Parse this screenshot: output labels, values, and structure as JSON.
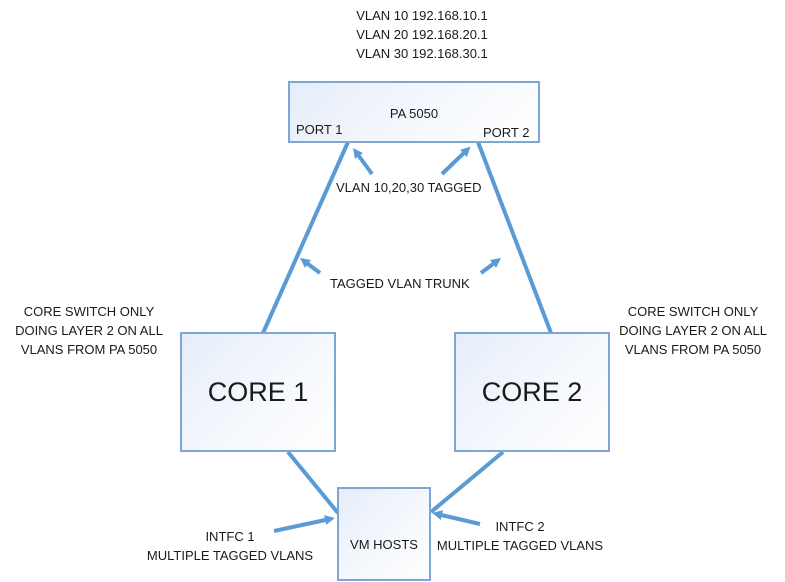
{
  "diagram": {
    "title_lines": [
      "VLAN 10  192.168.10.1",
      "VLAN 20 192.168.20.1",
      "VLAN 30 192.168.30.1"
    ],
    "colors": {
      "link": "#5b9bd5",
      "box_border": "#7ea6d3",
      "box_fill": "#e6edf9",
      "text": "#1a1a1a"
    },
    "nodes": {
      "firewall": {
        "label": "PA 5050",
        "port1": "PORT 1",
        "port2": "PORT 2"
      },
      "core1": {
        "label": "CORE 1"
      },
      "core2": {
        "label": "CORE 2"
      },
      "vm_hosts": {
        "label": "VM HOSTS"
      }
    },
    "annotations": {
      "vlan_tagged": "VLAN 10,20,30 TAGGED",
      "trunk": "TAGGED VLAN TRUNK",
      "core_left": [
        "CORE SWITCH ONLY",
        "DOING LAYER 2 ON ALL",
        "VLANS FROM PA 5050"
      ],
      "core_right": [
        "CORE SWITCH ONLY",
        "DOING LAYER 2 ON ALL",
        "VLANS FROM PA 5050"
      ],
      "intfc1": [
        "INTFC 1",
        "MULTIPLE TAGGED VLANS"
      ],
      "intfc2": [
        "INTFC 2",
        "MULTIPLE TAGGED VLANS"
      ]
    },
    "links": [
      {
        "from": "firewall.port1",
        "to": "core1"
      },
      {
        "from": "firewall.port2",
        "to": "core2"
      },
      {
        "from": "core1",
        "to": "vm_hosts"
      },
      {
        "from": "core2",
        "to": "vm_hosts"
      }
    ]
  }
}
